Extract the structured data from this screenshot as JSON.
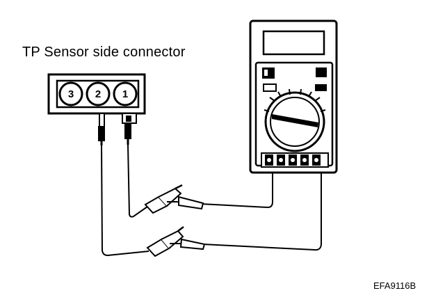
{
  "diagram": {
    "title": "TP Sensor side connector",
    "figure_code": "EFA9116B",
    "connector": {
      "pins": [
        "3",
        "2",
        "1"
      ]
    }
  },
  "colors": {
    "ink": "#000000",
    "paper": "#ffffff"
  }
}
